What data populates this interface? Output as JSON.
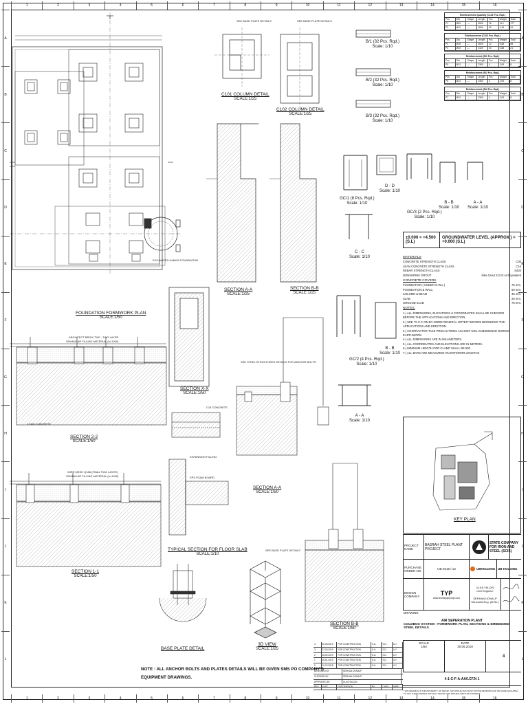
{
  "rulers": {
    "columns": [
      "1",
      "2",
      "3",
      "4",
      "5",
      "6",
      "7",
      "8",
      "9",
      "10",
      "11",
      "12",
      "13",
      "14",
      "15",
      "16"
    ],
    "rows": [
      "A",
      "B",
      "C",
      "D",
      "E",
      "F",
      "G",
      "H",
      "I",
      "J",
      "K",
      "L"
    ]
  },
  "plans": {
    "foundation_plan": {
      "title": "FOUNDATION FORMWORK PLAN",
      "scale": "SCALE:1/50"
    },
    "c101": {
      "title": "C101 COLUMN DETAIL",
      "scale": "SCALE:1/25"
    },
    "c102": {
      "title": "C102 COLUMN DETAIL",
      "scale": "SCALE:1/25"
    },
    "section_aa_25": {
      "title": "SECTION A-A",
      "scale": "SCALE:1/25"
    },
    "section_bb_25": {
      "title": "SECTION B-B",
      "scale": "SCALE:1/25"
    },
    "section_22": {
      "title": "SECTION 2-2",
      "scale": "SCALE:1/50"
    },
    "section_11": {
      "title": "SECTION 1-1",
      "scale": "SCALE:1/50"
    },
    "section_xx": {
      "title": "SECTION X-X",
      "scale": "SCALE:1/50"
    },
    "section_aa_50": {
      "title": "SECTION A-A",
      "scale": "SCALE:1/50"
    },
    "section_bb_50": {
      "title": "SECTION B-B",
      "scale": "SCALE:1/50"
    },
    "floor_slab": {
      "title": "TYPICAL SECTION FOR FLOOR SLAB",
      "scale": "SCALE:1/10"
    },
    "base_plate": {
      "title": "BASE PLATE DETAIL"
    },
    "view_3d": {
      "title": "3D VIEW",
      "scale": "SCALE:1/25"
    },
    "key_plan": {
      "title": "KEY PLAN"
    }
  },
  "beams": [
    {
      "title": "B/1 (32 Pcs. Rqd.)",
      "scale": "Scale: 1/10"
    },
    {
      "title": "B/2 (32 Pcs. Rqd.)",
      "scale": "Scale: 1/10"
    },
    {
      "title": "B/3 (32 Pcs. Rqd.)",
      "scale": "Scale: 1/10"
    }
  ],
  "embedded_details": [
    {
      "title": "GC/1 (8 Pcs. Rqd.)",
      "scale": "Scale: 1/10"
    },
    {
      "title": "D - D",
      "scale": "Scale: 1/10"
    },
    {
      "title": "GC/3 (2 Pcs. Rqd.)",
      "scale": "Scale: 1/10"
    },
    {
      "title": "B - B",
      "scale": "Scale: 1/10"
    },
    {
      "title": "A - A",
      "scale": "Scale: 1/10"
    },
    {
      "title": "C - C",
      "scale": "Scale: 1/10"
    },
    {
      "title": "GC/2 (4 Pcs. Rqd.)",
      "scale": "Scale: 1/10"
    },
    {
      "title": "B - B",
      "scale": "Scale: 1/10"
    },
    {
      "title": "A - A",
      "scale": "Scale: 1/10"
    }
  ],
  "small_labels": {
    "see_base_plate_1": "SEE BASE PLATE DETAILS",
    "see_base_plate_2": "SEE BASE PLATE DETAILS",
    "see_steel_details": "SEE STEEL STRUCTURES DETAILS FOR ANCHOR BOLTS",
    "see_base_plate_3": "SEE BASE PLATE DETAILS",
    "ghomes_foundation": "EXCAVATED HAMNS FOUNDATION",
    "mesh_22": "ARCHITECT BRICK TILE - TWO LAYER",
    "fill_22": "GRANULAR FILLING MATERIAL (h=1000)",
    "lean_concrete": "LEAN CONCRETE",
    "mesh_11": "WIRE MESH Q188 (FINAL TWO LAYER)",
    "fill_11": "GRANULAR FILLING MATERIAL (h=1000)",
    "expansion": "EXPANSION FILLING",
    "eps": "EPS FOAM BOARD",
    "c16_concrete": "C16 CONCRETE"
  },
  "rebar_tables": [
    {
      "title": "Reinforcement Quantity (C101 Pcs. Rqd.)",
      "rows": [
        [
          "Pos",
          "Dia",
          "Shape",
          "Length",
          "Pcs",
          "Weight",
          "Total"
        ],
        [
          "P1",
          "Ø20",
          "—",
          "4500",
          "16",
          "11,1",
          "177"
        ],
        [
          "P2",
          "Ø10",
          "—",
          "1860",
          "30",
          "1,15",
          "34"
        ]
      ]
    },
    {
      "title": "Reinforcement (C102 Pcs. Rqd.)",
      "rows": [
        [
          "Pos",
          "Dia",
          "Shape",
          "Length",
          "Pcs",
          "Weight",
          "Total"
        ],
        [
          "P3",
          "Ø16",
          "—",
          "3600",
          "12",
          "5,68",
          "68"
        ],
        [
          "P4",
          "Ø10",
          "—",
          "1420",
          "24",
          "0,88",
          "21"
        ]
      ]
    },
    {
      "title": "Reinforcement (B/1 Pcs. Rqd.)",
      "rows": [
        [
          "Pos",
          "Dia",
          "Shape",
          "Length",
          "Pcs",
          "Weight",
          "Total"
        ],
        [
          "P5",
          "Ø12",
          "—",
          "2350",
          "4",
          "2,09",
          "8"
        ]
      ]
    },
    {
      "title": "Reinforcement (B/2 Pcs. Rqd.)",
      "rows": [
        [
          "Pos",
          "Dia",
          "Shape",
          "Length",
          "Pcs",
          "Weight",
          "Total"
        ],
        [
          "P6",
          "Ø12",
          "—",
          "2350",
          "4",
          "2,09",
          "8"
        ]
      ]
    },
    {
      "title": "Reinforcement (B/3 Pcs. Rqd.)",
      "rows": [
        [
          "Pos",
          "Dia",
          "Shape",
          "Length",
          "Pcs",
          "Weight",
          "Total"
        ],
        [
          "P7",
          "Ø12",
          "—",
          "2350",
          "4",
          "2,09",
          "8"
        ]
      ]
    }
  ],
  "ground_water": {
    "left": "±0.000 = +4.500 (S.L)",
    "right": "GROUNDWATER LEVEL (APPROX.) = +0.000 (S.L)"
  },
  "materials": {
    "heading": "MATERIALS",
    "items": [
      {
        "k": "CONCRETE STRENGTH CLASS",
        "v": "C30"
      },
      {
        "k": "LEAN CONCRETE STRENGTH CLASS",
        "v": "C16"
      },
      {
        "k": "REBAR STRENGTH CLASS",
        "v": "S420"
      },
      {
        "k": "NONSHRINK GROUT",
        "v": "Sika Grout 212 N or Equivalent"
      }
    ],
    "covers_heading": "CONCRETE COVERS",
    "covers": [
      {
        "k": "FOUNDATION ( UNDER G.W.L )",
        "v": "75 mm."
      },
      {
        "k": "FOUNDATION & WALL",
        "v": "50 mm."
      },
      {
        "k": "COLUMN & BEAM",
        "v": "35 mm."
      },
      {
        "k": "SLAB",
        "v": "25 mm."
      },
      {
        "k": "GROUND SLAB",
        "v": "75 mm."
      }
    ],
    "notes_heading": "NOTES:",
    "notes": [
      "1-) ALL DIMENSIONS, ELEVATIONS & COORDINATES SHALL BE CHECKED",
      "    BEFORE THE APPLICATIONS AND ERECTION.",
      "2-) SEE \"G-C-F-GN-BY-NN003 GENERAL NOTES\" BEFORE BEGINNING THE APPLICATIONS AND ERECTION.",
      "3-) CONTRACTOR TAKE PRECAUTIONS AGAINST SOIL SUBSIDENCE DURING EARTHWORK.",
      "4-) ALL DIMENSIONS ARE IN MILLIMETERS.",
      "5-) ALL COORDINATES AND ELEVATIONS ARE IN METERS.",
      "6-) MINIMUM LENGTH FOR CLAMP SHALL BE 600",
      "7-) ALL BARS ARE MEASURED ON EXTERIOR LENGTHS"
    ]
  },
  "title_block": {
    "project_label": "PROJECT NAME",
    "project_name": "BASRAH STEEL PLANT PROJECT",
    "client": "STATE COMPANY FOR IRON AND STEEL (SCIS)",
    "purchase_label": "PURCHASE ORDER NO.",
    "purchase_no": "UB-2018 / 13",
    "contractor": "UB HOLDING",
    "contractor_logo": "UBHOLDING",
    "design_label": "DESIGN COMPANY",
    "design_logo": "TYP",
    "engineer1_name": "ULAŞ YALÇIN",
    "engineer1_role": "Civil Engineer",
    "engineer2_name": "SERHAN DONALP",
    "engineer2_role": "Structural Eng. (M.Sc.)",
    "drawing_label": "DRAWING",
    "drawing_title1": "AIR SEPERATION PLANT",
    "drawing_title2": "COLDBOX SYSTEM - FORMWORK PLAN, SECTIONS & EMBEDDED STEEL DETAILS",
    "scale_label": "SCALE",
    "scale_val": "1/50",
    "date_label": "DATE",
    "date_val": "30.05.2019",
    "drawing_no": "4-1-C-F-A-AA0.CF.N 1",
    "rev_val": "4",
    "footer": "THIS DRAWING IS THE PROPERTY OF TEKNIK YAPI PROJE AND MUST NOT BE REPRODUCED OR MADE AVAILABLE TO ANY THIRD PARTIES WITHOUT TEKNIK YAPI PROJE'S WRITTEN CONSENT."
  },
  "revisions": {
    "header": [
      "REV",
      "DATE",
      "DESCRIPTION",
      "BY",
      "CHKD",
      "APPD"
    ],
    "rows": [
      [
        "4",
        "30.05.2019",
        "FOR CONSTRUCTION",
        "S.A.",
        "S.D.",
        "U.Y."
      ],
      [
        "3",
        "22.03.2019",
        "FOR CONSTRUCTION",
        "S.A.",
        "S.D.",
        "U.Y."
      ],
      [
        "2",
        "18.02.2019",
        "FOR CONSTRUCTION",
        "S.A.",
        "S.D.",
        "U.Y."
      ],
      [
        "1",
        "28.01.2019",
        "FOR CONSTRUCTION",
        "S.A.",
        "S.D.",
        "U.Y."
      ],
      [
        "0",
        "12.12.2018",
        "FOR CONSTRUCTION",
        "S.A.",
        "S.D.",
        "U.Y."
      ]
    ],
    "roles": [
      [
        "DESIGNED BY",
        "SERHAN DONALP"
      ],
      [
        "CHECKED BY",
        "SERHAN DONALP"
      ],
      [
        "APPROVED BY",
        "ULAŞ YALÇIN"
      ]
    ]
  },
  "bottom_note": {
    "line1": "NOTE :    ALL ANCHOR BOLTS AND PLATES DETAILS WILL BE GIVEN SMS PO COMPANY'S",
    "line2": "EQUIPMENT DRAWINGS."
  },
  "logo_labels": {
    "watermark": "www.teknikyapiproje.com"
  }
}
